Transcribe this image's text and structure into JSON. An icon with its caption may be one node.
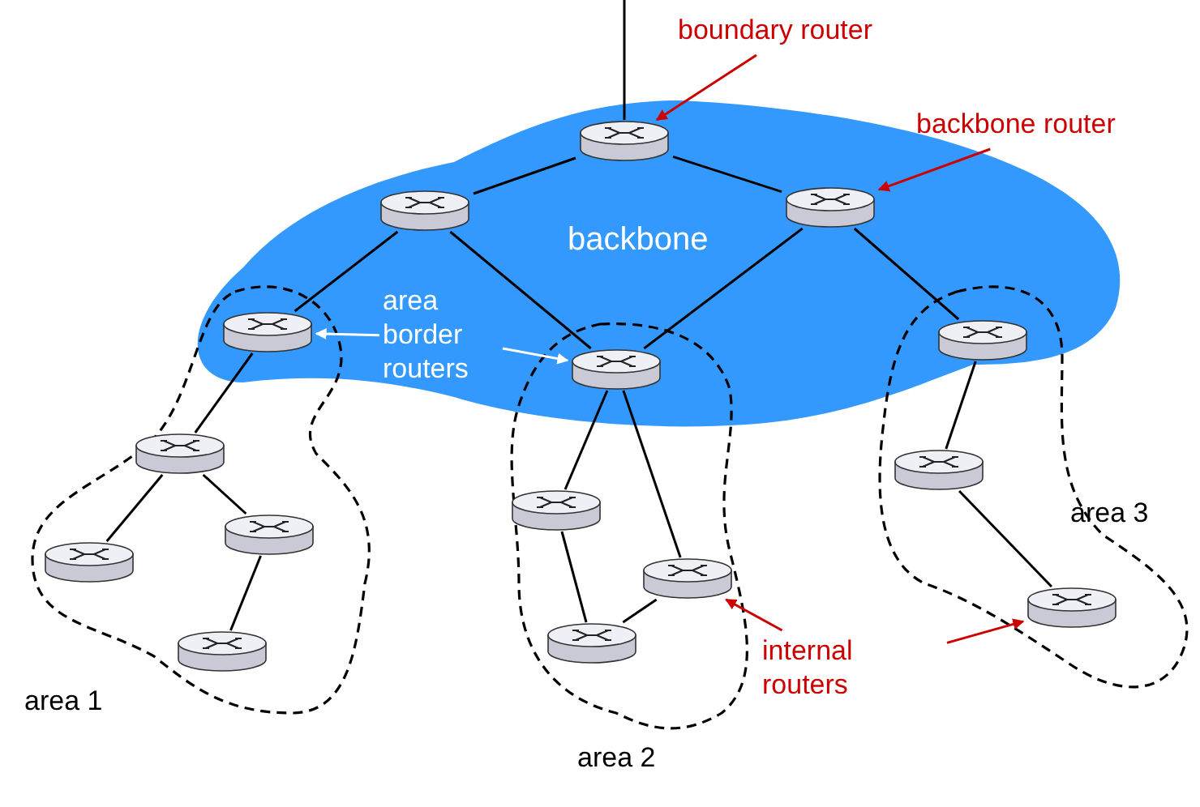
{
  "diagram": {
    "nodes": [
      {
        "text": [
          "backbone"
        ]
      },
      {
        "text": [],
        "shape": "cylinder",
        "in": 0
      },
      {
        "text": [],
        "shape": "cylinder",
        "in": 0
      },
      {
        "text": [],
        "shape": "cylinder",
        "in": 0
      },
      {
        "text": [],
        "shape": "cylinder"
      },
      {
        "text": [],
        "shape": "cylinder"
      },
      {
        "text": [],
        "shape": "cylinder"
      },
      {
        "text": [
          "area 1"
        ]
      },
      {
        "text": [],
        "shape": "cylinder",
        "in": 7
      },
      {
        "text": [],
        "shape": "cylinder",
        "in": 7
      },
      {
        "text": [],
        "shape": "cylinder",
        "in": 7
      },
      {
        "text": [],
        "shape": "cylinder",
        "in": 7
      },
      {
        "text": [
          "area 2"
        ]
      },
      {
        "text": [],
        "shape": "cylinder",
        "in": 12
      },
      {
        "text": [],
        "shape": "cylinder",
        "in": 12
      },
      {
        "text": [],
        "shape": "cylinder",
        "in": 12
      },
      {
        "text": [
          "area 3"
        ]
      },
      {
        "text": [],
        "shape": "cylinder",
        "in": 16
      },
      {
        "text": [],
        "shape": "cylinder",
        "in": 16
      },
      {
        "text": [
          "boundary router"
        ]
      },
      {
        "text": [
          "backbone router"
        ]
      },
      {
        "text": [
          "area border routers"
        ],
        "in": 0
      },
      {
        "text": [
          "internal routers"
        ]
      }
    ],
    "edges": [
      {
        "from": null,
        "to": 1,
        "arrow": "none"
      },
      {
        "from": 1,
        "to": 2,
        "arrow": "none"
      },
      {
        "from": 1,
        "to": 3,
        "arrow": "none"
      },
      {
        "from": 2,
        "to": 5,
        "arrow": "none"
      },
      {
        "from": 3,
        "to": 5,
        "arrow": "none"
      },
      {
        "from": 3,
        "to": 6,
        "arrow": "none"
      },
      {
        "from": 2,
        "to": 4,
        "arrow": "none"
      },
      {
        "from": 4,
        "to": 8,
        "arrow": "none"
      },
      {
        "from": 8,
        "to": 9,
        "arrow": "none"
      },
      {
        "from": 8,
        "to": 10,
        "arrow": "none"
      },
      {
        "from": 10,
        "to": 11,
        "arrow": "none"
      },
      {
        "from": 5,
        "to": 13,
        "arrow": "none"
      },
      {
        "from": 5,
        "to": 14,
        "arrow": "none"
      },
      {
        "from": 13,
        "to": 15,
        "arrow": "none"
      },
      {
        "from": 15,
        "to": 14,
        "arrow": "none"
      },
      {
        "from": 6,
        "to": 17,
        "arrow": "none"
      },
      {
        "from": 17,
        "to": 18,
        "arrow": "none"
      },
      {
        "from": 19,
        "to": 1,
        "arrow": "to",
        "color": "#cc0000"
      },
      {
        "from": 20,
        "to": 3,
        "arrow": "to",
        "color": "#cc0000"
      },
      {
        "from": 21,
        "to": 4,
        "arrow": "to",
        "color": "#ffffff"
      },
      {
        "from": 21,
        "to": 5,
        "arrow": "to",
        "color": "#ffffff"
      },
      {
        "from": 22,
        "to": 14,
        "arrow": "to",
        "color": "#cc0000"
      },
      {
        "from": 22,
        "to": 18,
        "arrow": "to",
        "color": "#cc0000"
      }
    ]
  }
}
